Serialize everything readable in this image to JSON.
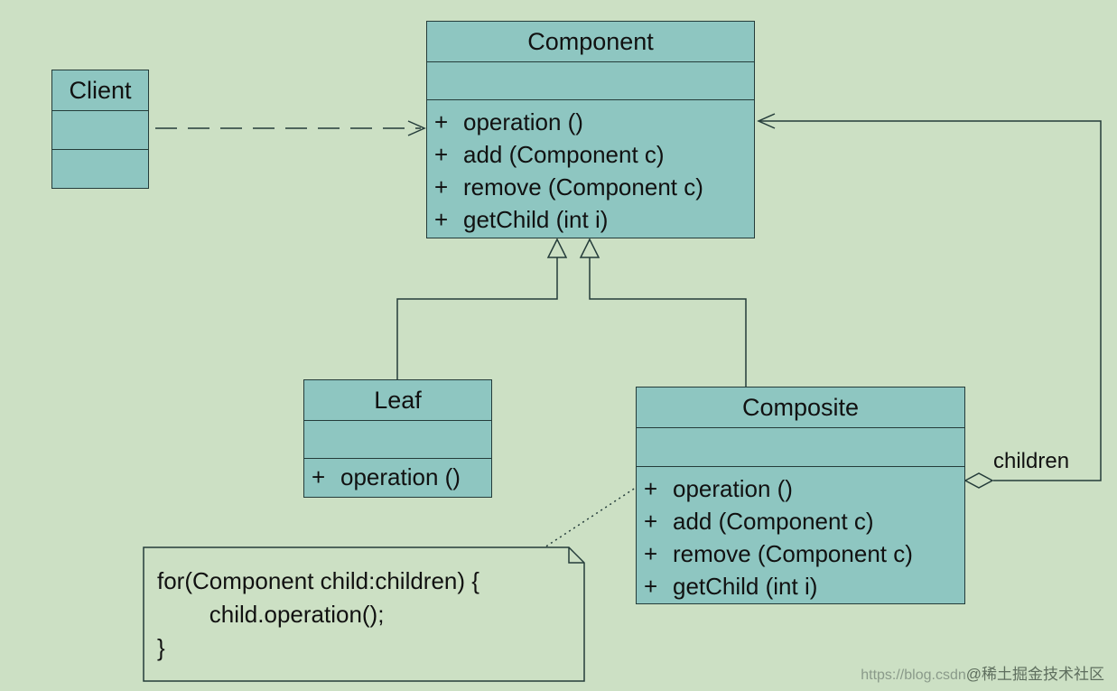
{
  "diagram": {
    "classes": {
      "component": {
        "name": "Component",
        "operations": [
          {
            "visibility": "+",
            "signature": "operation ()"
          },
          {
            "visibility": "+",
            "signature": "add (Component c)"
          },
          {
            "visibility": "+",
            "signature": "remove (Component c)"
          },
          {
            "visibility": "+",
            "signature": "getChild (int i)"
          }
        ]
      },
      "client": {
        "name": "Client",
        "operations": []
      },
      "leaf": {
        "name": "Leaf",
        "operations": [
          {
            "visibility": "+",
            "signature": "operation ()"
          }
        ]
      },
      "composite": {
        "name": "Composite",
        "operations": [
          {
            "visibility": "+",
            "signature": "operation ()"
          },
          {
            "visibility": "+",
            "signature": "add (Component c)"
          },
          {
            "visibility": "+",
            "signature": "remove (Component c)"
          },
          {
            "visibility": "+",
            "signature": "getChild (int i)"
          }
        ]
      }
    },
    "relations": {
      "aggregation_label": "children"
    },
    "note": {
      "lines": [
        "for(Component child:children) {",
        "        child.operation();",
        "}"
      ]
    }
  },
  "watermark": {
    "url": "https://blog.csdn",
    "brand": "@稀土掘金技术社区"
  },
  "colors": {
    "background": "#cce0c4",
    "class_fill": "#8ec6c1",
    "line": "#243c3a"
  }
}
